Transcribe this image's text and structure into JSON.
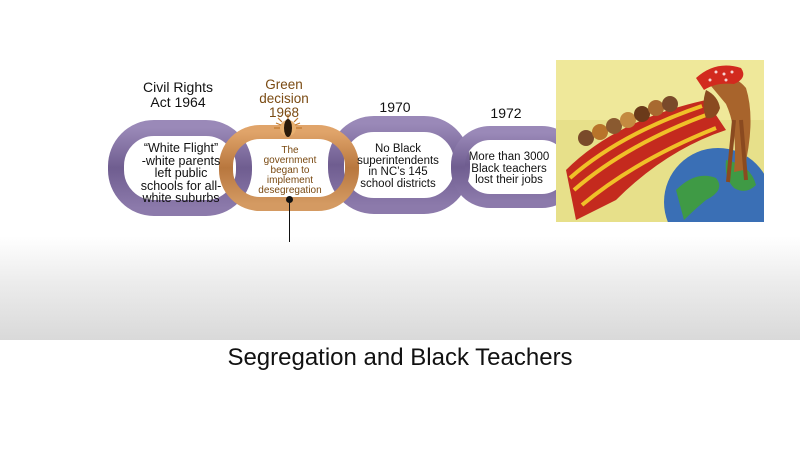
{
  "slide": {
    "title": "Segregation and Black Teachers"
  },
  "timeline": {
    "events": [
      {
        "heading": "Civil Rights\nAct 1964",
        "text": "“White Flight”\n-white parents\nleft public\nschools for all-\nwhite suburbs"
      },
      {
        "heading": "Green\ndecision\n1968",
        "text": "The\ngovernment\nbegan to\nimplement\ndesegregation"
      },
      {
        "heading": "1970",
        "text": "No Black\nsuperintendents\nin NC’s 145\nschool districts"
      },
      {
        "heading": "1972",
        "text": "More than 3000\nBlack teachers\nlost their jobs"
      }
    ]
  },
  "colors": {
    "purple_link": "#7c6a9c",
    "orange_link": "#c88a52",
    "green_decision_text": "#7a4a12"
  },
  "image": {
    "subject": "illustration of woman with headscarf bending over globe"
  }
}
